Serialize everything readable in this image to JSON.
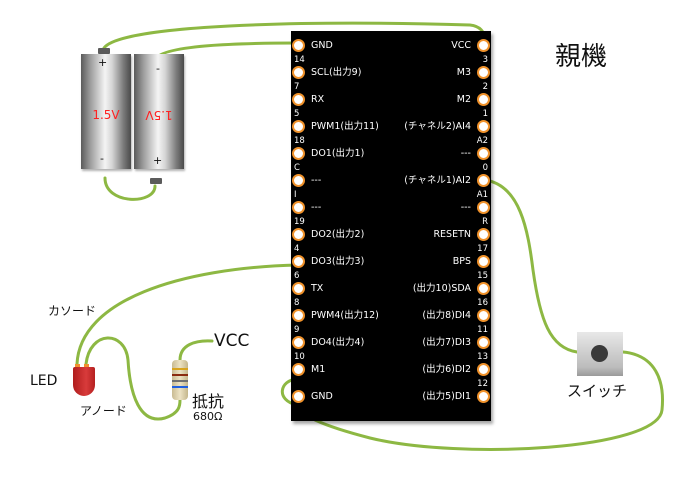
{
  "title": "親機",
  "board": {
    "left_pins": [
      {
        "num": "",
        "label": "GND"
      },
      {
        "num": "14",
        "label": "SCL(出力9)"
      },
      {
        "num": "7",
        "label": "RX"
      },
      {
        "num": "5",
        "label": "PWM1(出力11)"
      },
      {
        "num": "18",
        "label": "DO1(出力1)"
      },
      {
        "num": "C",
        "label": "---"
      },
      {
        "num": "I",
        "label": "---"
      },
      {
        "num": "19",
        "label": "DO2(出力2)"
      },
      {
        "num": "4",
        "label": "DO3(出力3)"
      },
      {
        "num": "6",
        "label": "TX"
      },
      {
        "num": "8",
        "label": "PWM4(出力12)"
      },
      {
        "num": "9",
        "label": "DO4(出力4)"
      },
      {
        "num": "10",
        "label": "M1"
      },
      {
        "num": "",
        "label": "GND"
      }
    ],
    "right_pins": [
      {
        "num": "",
        "label": "VCC"
      },
      {
        "num": "3",
        "label": "M3"
      },
      {
        "num": "2",
        "label": "M2"
      },
      {
        "num": "1",
        "label": "(チャネル2)AI4"
      },
      {
        "num": "A2",
        "label": "---"
      },
      {
        "num": "0",
        "label": "(チャネル1)AI2"
      },
      {
        "num": "A1",
        "label": "---"
      },
      {
        "num": "R",
        "label": "RESETN"
      },
      {
        "num": "17",
        "label": "BPS"
      },
      {
        "num": "15",
        "label": "(出力10)SDA"
      },
      {
        "num": "16",
        "label": "(出力8)DI4"
      },
      {
        "num": "11",
        "label": "(出力7)DI3"
      },
      {
        "num": "13",
        "label": "(出力6)DI2"
      },
      {
        "num": "12",
        "label": "(出力5)DI1"
      }
    ]
  },
  "batteries": [
    {
      "voltage": "1.5V",
      "top_sign": "+",
      "bottom_sign": "-"
    },
    {
      "voltage": "1.5V",
      "top_sign": "-",
      "bottom_sign": "+"
    }
  ],
  "led": {
    "label": "LED",
    "cathode_label": "カソード",
    "anode_label": "アノード"
  },
  "resistor": {
    "label": "抵抗",
    "value": "680Ω",
    "vcc_label": "VCC"
  },
  "switch": {
    "label": "スイッチ"
  },
  "colors": {
    "wire": "#8db843",
    "pin_ring": "#f0922b",
    "board": "#000000",
    "battery_voltage": "#ff2020",
    "led": "#c52a2a"
  }
}
